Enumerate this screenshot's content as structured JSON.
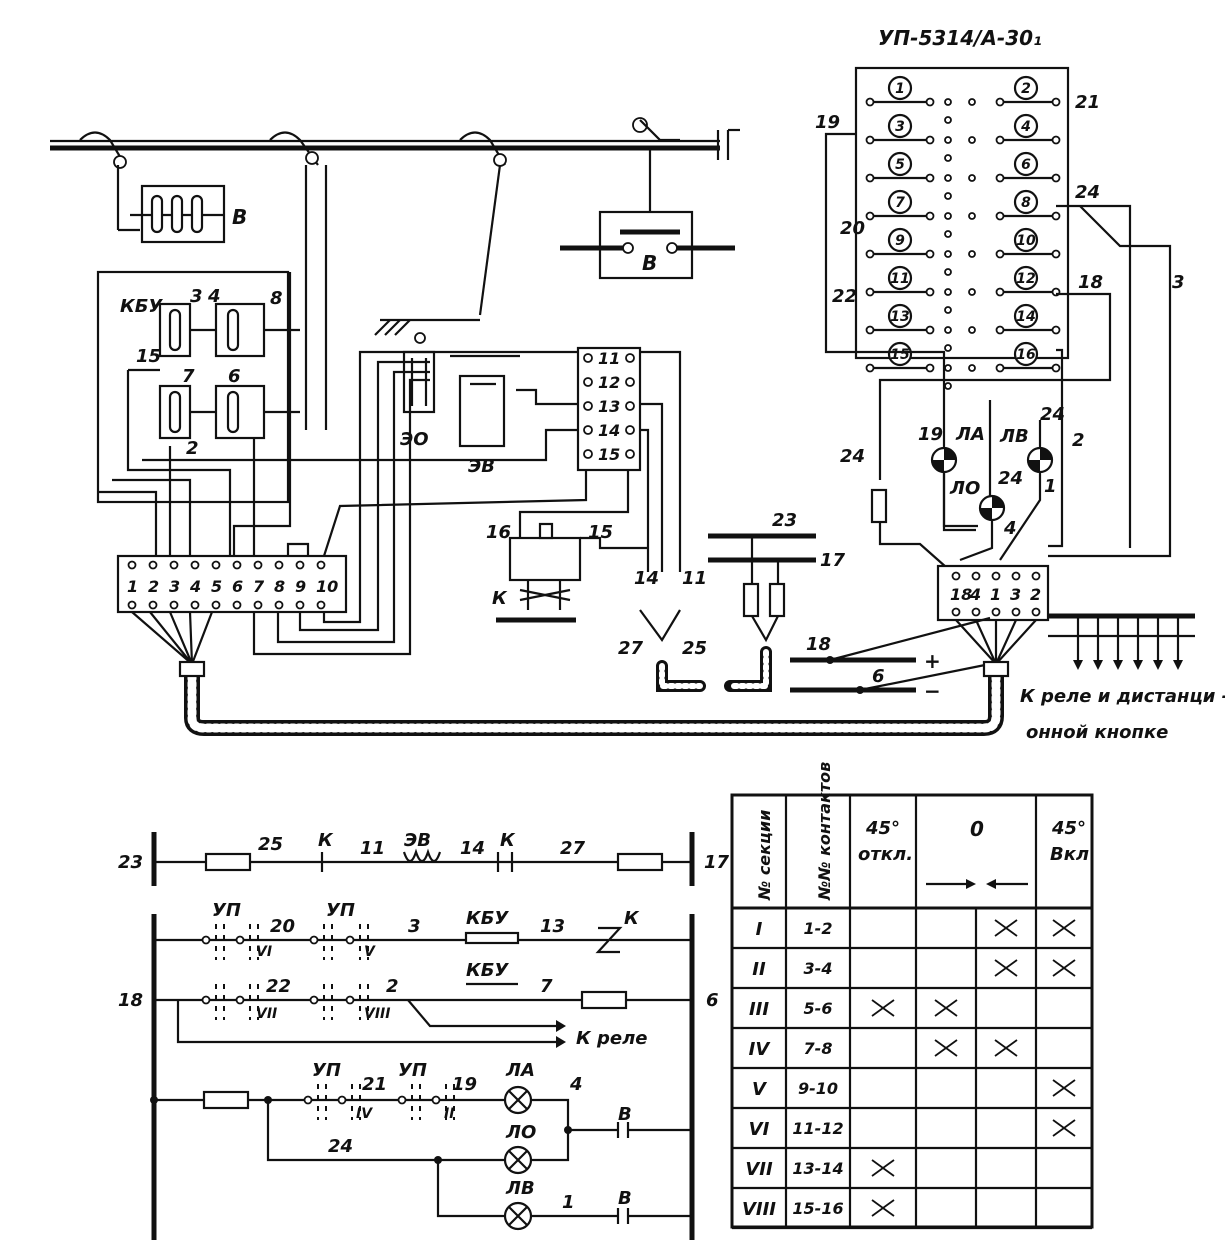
{
  "switch_model": "УП-5314/А-30₁",
  "labels": {
    "b": "В",
    "kbu": "КБУ",
    "eo": "ЭО",
    "ev": "ЭВ",
    "k": "К",
    "la": "ЛА",
    "lo": "ЛО",
    "lv": "ЛВ",
    "up": "УП",
    "to_relay_line1": "К реле и дистанци -",
    "to_relay_line2": "онной кнопке",
    "to_relay_short": "К реле",
    "plus": "+",
    "minus": "−"
  },
  "wire_numbers": {
    "w19": "19",
    "w21": "21",
    "w24": "24",
    "w20": "20",
    "w22": "22",
    "w18": "18",
    "w3": "3",
    "w2": "2",
    "w1": "1",
    "w4": "4",
    "w23": "23",
    "w17": "17",
    "w6": "6",
    "w27": "27",
    "w25": "25",
    "w16": "16",
    "w15": "15",
    "w14": "14",
    "w11": "11",
    "w13": "13",
    "w7": "7",
    "w10": "10",
    "w8": "8"
  },
  "up_contacts_left": [
    "1",
    "3",
    "5",
    "7",
    "9",
    "11",
    "13",
    "15"
  ],
  "up_contacts_right": [
    "2",
    "4",
    "6",
    "8",
    "10",
    "12",
    "14",
    "16"
  ],
  "kbu_nums": {
    "n3": "3",
    "n4": "4",
    "n8": "8",
    "n15": "15",
    "n7": "7",
    "n6": "6",
    "n2": "2"
  },
  "relay_terms": [
    "11",
    "12",
    "13",
    "14",
    "15"
  ],
  "terminal_left": [
    "1",
    "2",
    "3",
    "4",
    "5",
    "6",
    "7",
    "8",
    "9",
    "10"
  ],
  "terminal_right": [
    "18",
    "4",
    "1",
    "3",
    "2"
  ],
  "lower_numbers": {
    "w25": "25",
    "w11": "11",
    "w14": "14",
    "w27": "27",
    "w23": "23",
    "w17": "17",
    "w20": "20",
    "w3": "3",
    "w13": "13",
    "w18": "18",
    "w22": "22",
    "w2": "2",
    "w7": "7",
    "w6": "6",
    "w21": "21",
    "w19": "19",
    "w4": "4",
    "w24": "24",
    "w1": "1"
  },
  "roman_small": {
    "r6": "VI",
    "r5": "V",
    "r7": "VII",
    "r8": "VIII",
    "r4": "IV",
    "r2": "II"
  },
  "table": {
    "col_section": "№ секции",
    "col_contacts": "№№ контактов",
    "col_45_off_top": "45°",
    "col_45_off_bot": "откл.",
    "col_zero": "0",
    "col_45_on_top": "45°",
    "col_45_on_bot": "Вкл",
    "rows": [
      {
        "section": "I",
        "contacts": "1-2",
        "marks": [
          false,
          false,
          true,
          true
        ]
      },
      {
        "section": "II",
        "contacts": "3-4",
        "marks": [
          false,
          false,
          true,
          true
        ]
      },
      {
        "section": "III",
        "contacts": "5-6",
        "marks": [
          true,
          true,
          false,
          false
        ]
      },
      {
        "section": "IV",
        "contacts": "7-8",
        "marks": [
          false,
          true,
          true,
          false
        ]
      },
      {
        "section": "V",
        "contacts": "9-10",
        "marks": [
          false,
          false,
          false,
          true
        ]
      },
      {
        "section": "VI",
        "contacts": "11-12",
        "marks": [
          false,
          false,
          false,
          true
        ]
      },
      {
        "section": "VII",
        "contacts": "13-14",
        "marks": [
          true,
          false,
          false,
          false
        ]
      },
      {
        "section": "VIII",
        "contacts": "15-16",
        "marks": [
          true,
          false,
          false,
          false
        ]
      }
    ]
  }
}
